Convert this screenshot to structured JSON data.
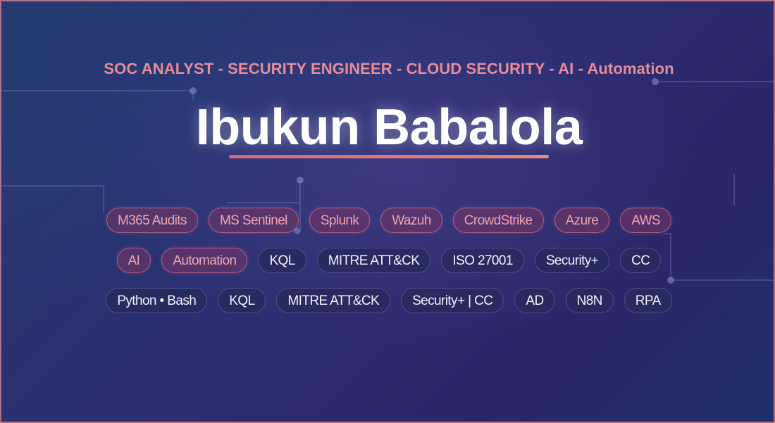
{
  "banner": {
    "subtitle": "SOC ANALYST - SECURITY ENGINEER - CLOUD SECURITY - AI - Automation",
    "name": "Ibukun Babalola",
    "accent_color": "#e68c9a",
    "background_color": "#2c2f72",
    "underline_color": "#d2687a"
  },
  "rows": [
    {
      "chips": [
        {
          "label": "M365 Audits",
          "style": "pink"
        },
        {
          "label": "MS Sentinel",
          "style": "pink"
        },
        {
          "label": "Splunk",
          "style": "pink"
        },
        {
          "label": "Wazuh",
          "style": "pink"
        },
        {
          "label": "CrowdStrike",
          "style": "pink"
        },
        {
          "label": "Azure",
          "style": "pink"
        },
        {
          "label": "AWS",
          "style": "pink"
        }
      ]
    },
    {
      "chips": [
        {
          "label": "AI",
          "style": "pink"
        },
        {
          "label": "Automation",
          "style": "pink"
        },
        {
          "label": "KQL",
          "style": "dark"
        },
        {
          "label": "MITRE ATT&CK",
          "style": "dark"
        },
        {
          "label": "ISO 27001",
          "style": "dark"
        },
        {
          "label": "Security+",
          "style": "dark"
        },
        {
          "label": "CC",
          "style": "dark"
        }
      ]
    },
    {
      "chips": [
        {
          "label": "Python • Bash",
          "style": "dark"
        },
        {
          "label": "KQL",
          "style": "dark"
        },
        {
          "label": "MITRE ATT&CK",
          "style": "dark"
        },
        {
          "label": "Security+ | CC",
          "style": "dark"
        },
        {
          "label": "AD",
          "style": "dark"
        },
        {
          "label": "N8N",
          "style": "dark"
        },
        {
          "label": "RPA",
          "style": "dark"
        }
      ]
    }
  ]
}
